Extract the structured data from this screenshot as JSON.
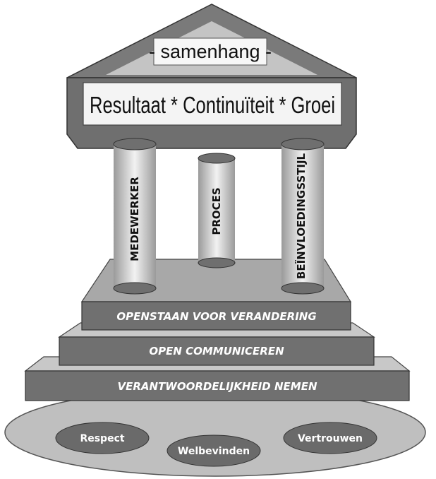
{
  "roof": {
    "title": "- samenhang -"
  },
  "beam": {
    "title": "Resultaat * Continuïteit * Groei"
  },
  "pillars": [
    {
      "label": "MEDEWERKER"
    },
    {
      "label": "PROCES"
    },
    {
      "label": "BEÏNVLOEDINGSSTIJL"
    }
  ],
  "steps": [
    {
      "label": "OPENSTAAN VOOR VERANDERING"
    },
    {
      "label": "OPEN COMMUNICEREN"
    },
    {
      "label": "VERANTWOORDELIJKHEID NEMEN"
    }
  ],
  "foundation": {
    "values": [
      {
        "label": "Respect"
      },
      {
        "label": "Welbevinden"
      },
      {
        "label": "Vertrouwen"
      }
    ]
  }
}
